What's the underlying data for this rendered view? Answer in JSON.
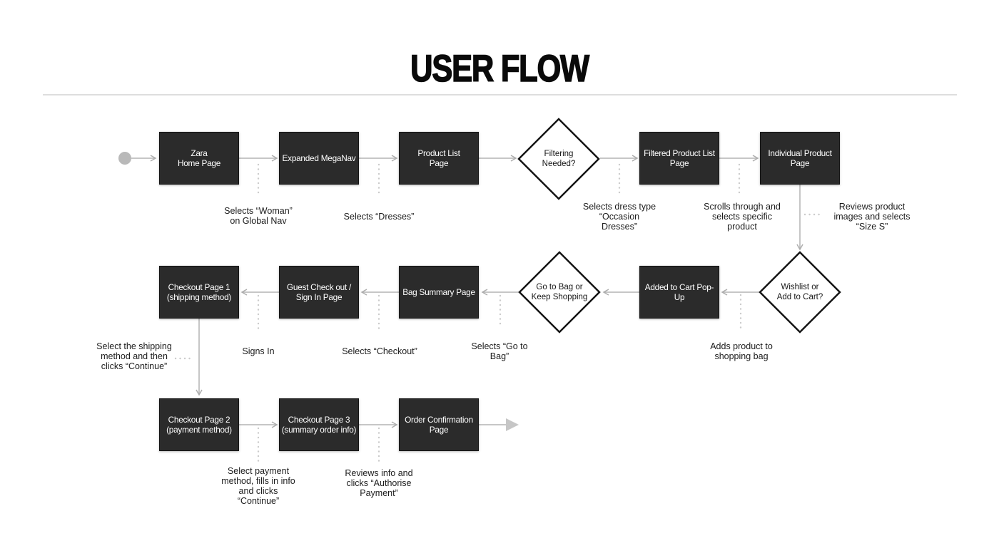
{
  "title": "USER FLOW",
  "colors": {
    "boxFill": "#2b2b2b",
    "boxText": "#ffffff",
    "line": "#b3b3b3",
    "dotted": "#cbcbcb",
    "diamondBorder": "#141414",
    "divider": "#dedede",
    "startCircle": "#b9b9b9"
  },
  "nodes": {
    "zara_home": {
      "label": "Zara\nHome Page",
      "type": "process"
    },
    "expanded_meganav": {
      "label": "Expanded MegaNav",
      "type": "process"
    },
    "product_list": {
      "label": "Product List\nPage",
      "type": "process"
    },
    "filtering_needed": {
      "label": "Filtering\nNeeded?",
      "type": "decision"
    },
    "filtered_product_list": {
      "label": "Filtered Product List\nPage",
      "type": "process"
    },
    "individual_product": {
      "label": "Individual Product\nPage",
      "type": "process"
    },
    "wishlist_or_add_to_cart": {
      "label": "Wishlist or\nAdd to Cart?",
      "type": "decision"
    },
    "added_to_cart_popup": {
      "label": "Added to Cart Pop-\nUp",
      "type": "process"
    },
    "go_to_bag_or_keep_shopping": {
      "label": "Go to Bag or\nKeep Shopping",
      "type": "decision"
    },
    "bag_summary": {
      "label": "Bag Summary Page",
      "type": "process"
    },
    "guest_checkout_sign_in": {
      "label": "Guest Check out /\nSign In Page",
      "type": "process"
    },
    "checkout_page_1": {
      "label": "Checkout Page 1\n(shipping method)",
      "type": "process"
    },
    "checkout_page_2": {
      "label": "Checkout Page 2\n(payment method)",
      "type": "process"
    },
    "checkout_page_3": {
      "label": "Checkout Page 3\n(summary order info)",
      "type": "process"
    },
    "order_confirmation": {
      "label": "Order Confirmation\nPage",
      "type": "process"
    }
  },
  "annotations": {
    "selects_woman": "Selects “Woman”\non Global Nav",
    "selects_dresses": "Selects “Dresses”",
    "selects_dress_type": "Selects dress type\n“Occasion\nDresses”",
    "scrolls_through": "Scrolls through and\nselects specific\nproduct",
    "reviews_product": "Reviews product\nimages and selects\n“Size S”",
    "adds_product": "Adds product to\nshopping bag",
    "selects_go_to_bag": "Selects “Go to\nBag”",
    "selects_checkout": "Selects “Checkout”",
    "signs_in": "Signs In",
    "select_shipping": "Select the shipping\nmethod and then\nclicks “Continue”",
    "select_payment": "Select payment\nmethod, fills in info\nand clicks\n“Continue”",
    "reviews_info": "Reviews info and\nclicks “Authorise\nPayment”"
  },
  "edges": [
    "start -> zara_home",
    "zara_home -> expanded_meganav",
    "expanded_meganav -> product_list",
    "product_list -> filtering_needed",
    "filtering_needed -> filtered_product_list",
    "filtered_product_list -> individual_product",
    "individual_product -> wishlist_or_add_to_cart",
    "wishlist_or_add_to_cart -> added_to_cart_popup",
    "added_to_cart_popup -> go_to_bag_or_keep_shopping",
    "go_to_bag_or_keep_shopping -> bag_summary",
    "bag_summary -> guest_checkout_sign_in",
    "guest_checkout_sign_in -> checkout_page_1",
    "checkout_page_1 -> checkout_page_2",
    "checkout_page_2 -> checkout_page_3",
    "checkout_page_3 -> order_confirmation",
    "order_confirmation -> end"
  ]
}
